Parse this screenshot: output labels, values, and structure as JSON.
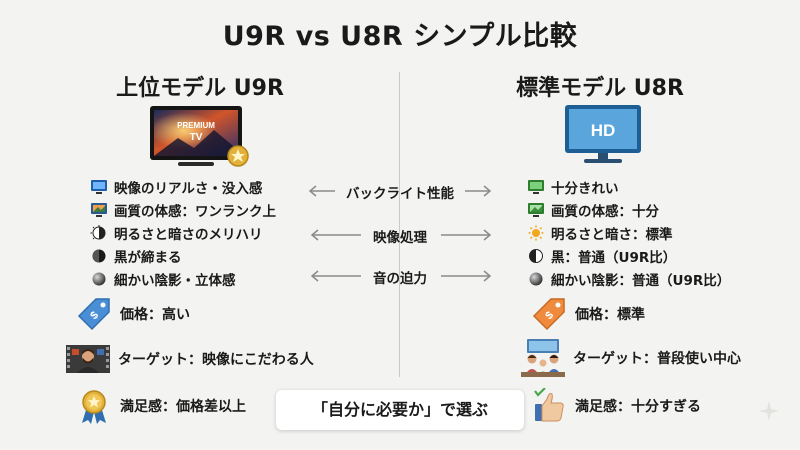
{
  "title": "U9R vs U8R シンプル比較",
  "left": {
    "heading": "上位モデル U9R",
    "tv_label_1": "PREMIUM",
    "tv_label_2": "TV",
    "features": [
      {
        "icon": "monitor-icon",
        "text": "映像のリアルさ・没入感"
      },
      {
        "icon": "picture-monitor-icon",
        "text": "画質の体感：ワンランク上"
      },
      {
        "icon": "half-moon-icon",
        "text": "明るさと暗さのメリハリ"
      },
      {
        "icon": "black-circle-icon",
        "text": "黒が締まる"
      },
      {
        "icon": "gray-sphere-icon",
        "text": "細かい陰影・立体感"
      }
    ],
    "price": "価格：高い",
    "target": "ターゲット：映像にこだわる人",
    "satisfaction": "満足感：価格差以上"
  },
  "right": {
    "heading": "標準モデル U8R",
    "tv_label": "HD",
    "features": [
      {
        "icon": "green-monitor-icon",
        "text": "十分きれい"
      },
      {
        "icon": "green-picture-icon",
        "text": "画質の体感：十分"
      },
      {
        "icon": "sun-icon",
        "text": "明るさと暗さ：標準"
      },
      {
        "icon": "half-black-circle-icon",
        "text": "黒：普通（U9R比）"
      },
      {
        "icon": "gray-sphere-icon",
        "text": "細かい陰影：普通（U9R比）"
      }
    ],
    "price": "価格：標準",
    "target": "ターゲット：普段使い中心",
    "satisfaction": "満足感：十分すぎる"
  },
  "middle": {
    "items": [
      "バックライト性能",
      "映像処理",
      "音の迫力"
    ]
  },
  "cta": "「自分に必要か」で選ぶ",
  "colors": {
    "background": "#f3f3f1",
    "blue_accent": "#2f6fb0",
    "green_accent": "#4aa64a",
    "arrow": "#8a8a8a",
    "gold": "#d9a21a"
  }
}
